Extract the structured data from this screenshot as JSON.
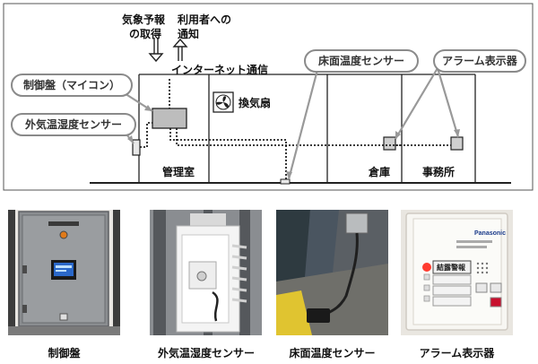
{
  "diagram": {
    "weather_label_1": "気象予報",
    "weather_label_2": "の取得",
    "notify_label_1": "利用者への",
    "notify_label_2": "通知",
    "internet_label": "インターネット通信",
    "fan_label": "換気扇",
    "rooms": [
      "管理室",
      "倉庫",
      "事務所"
    ],
    "callouts": {
      "control_panel": "制御盤（マイコン）",
      "outdoor_sensor": "外気温湿度センサー",
      "floor_sensor": "床面温度センサー",
      "alarm": "アラーム表示器"
    }
  },
  "photos": {
    "captions": [
      "制御盤",
      "外気温湿度センサー",
      "床面温度センサー",
      "アラーム表示器"
    ],
    "alarm_brand": "Panasonic",
    "alarm_display": "結露警報"
  }
}
